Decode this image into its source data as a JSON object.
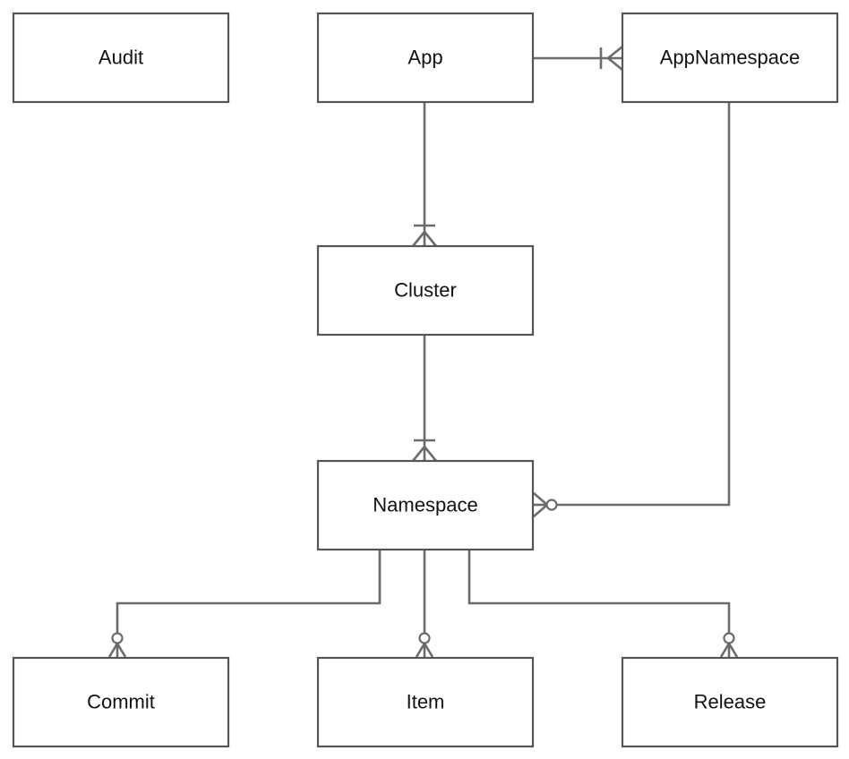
{
  "diagram": {
    "type": "entity-relationship",
    "colors": {
      "box_stroke": "#555555",
      "line": "#6b6b6b",
      "text": "#111111",
      "background": "#ffffff"
    },
    "entities": {
      "audit": "Audit",
      "app": "App",
      "app_namespace": "AppNamespace",
      "cluster": "Cluster",
      "namespace": "Namespace",
      "commit": "Commit",
      "item": "Item",
      "release": "Release"
    },
    "relationships": [
      {
        "from": "App",
        "to": "AppNamespace",
        "cardinality": "one-or-many"
      },
      {
        "from": "App",
        "to": "Cluster",
        "cardinality": "one-or-many"
      },
      {
        "from": "Cluster",
        "to": "Namespace",
        "cardinality": "one-or-many"
      },
      {
        "from": "AppNamespace",
        "to": "Namespace",
        "cardinality": "zero-or-many"
      },
      {
        "from": "Namespace",
        "to": "Commit",
        "cardinality": "zero-or-many"
      },
      {
        "from": "Namespace",
        "to": "Item",
        "cardinality": "zero-or-many"
      },
      {
        "from": "Namespace",
        "to": "Release",
        "cardinality": "zero-or-many"
      }
    ]
  }
}
